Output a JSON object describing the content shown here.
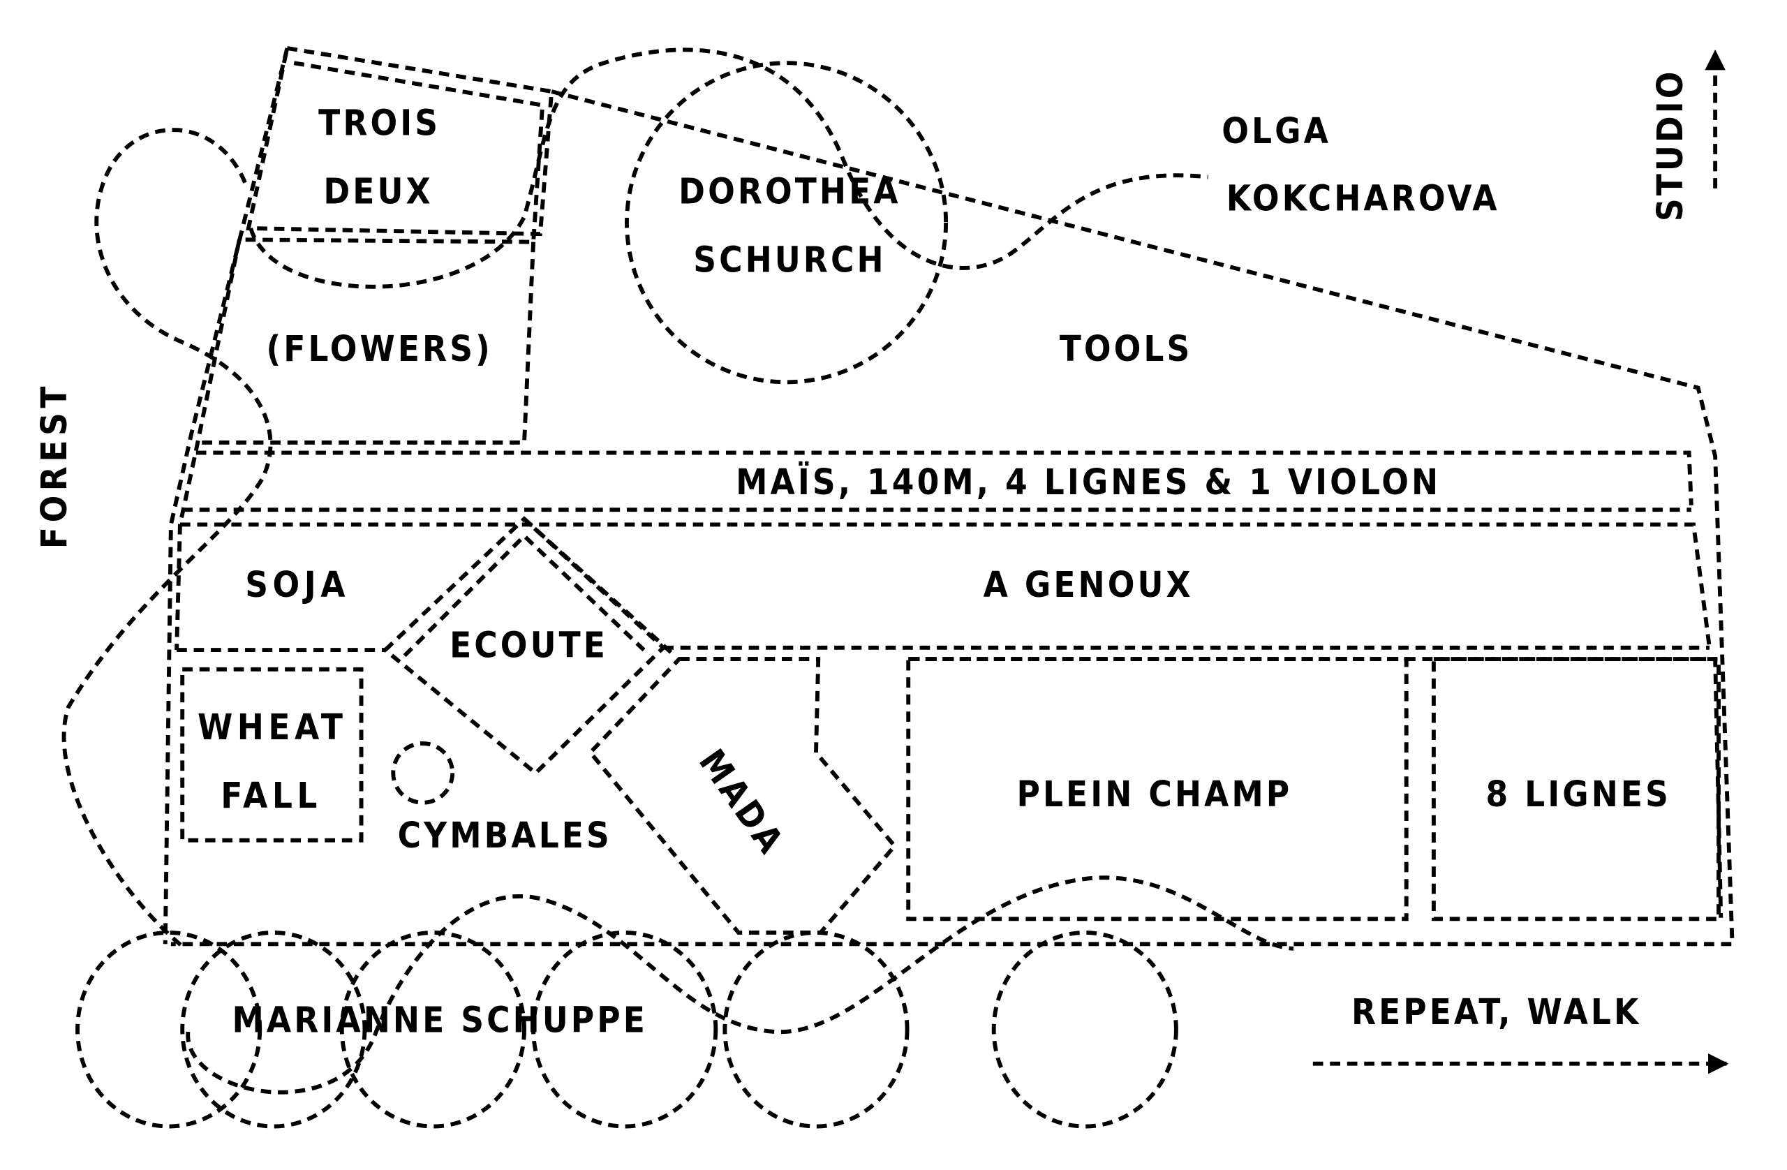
{
  "colors": {
    "ink": "#000000",
    "background": "#ffffff"
  },
  "labels": {
    "trois": "TROIS",
    "deux": "DEUX",
    "flowers": "(FLOWERS)",
    "dorothea": "DOROTHEA",
    "schurch": "SCHURCH",
    "olga": "OLGA",
    "kokcharova": "KOKCHAROVA",
    "studio": "STUDIO",
    "tools": "TOOLS",
    "forest": "FOREST",
    "mais": "MAÏS, 140M, 4 LIGNES & 1 VIOLON",
    "soja": "SOJA",
    "a_genoux": "A GENOUX",
    "ecoute": "ECOUTE",
    "wheat": "WHEAT",
    "fall": "FALL",
    "cymbales": "CYMBALES",
    "mada": "MADA",
    "plein_champ": "PLEIN CHAMP",
    "huit_lignes": "8 LIGNES",
    "marianne": "MARIANNE SCHUPPE",
    "repeat_walk": "REPEAT, WALK"
  },
  "arrows": {
    "studio": "arrow-up-icon",
    "repeat_walk": "arrow-right-icon"
  }
}
